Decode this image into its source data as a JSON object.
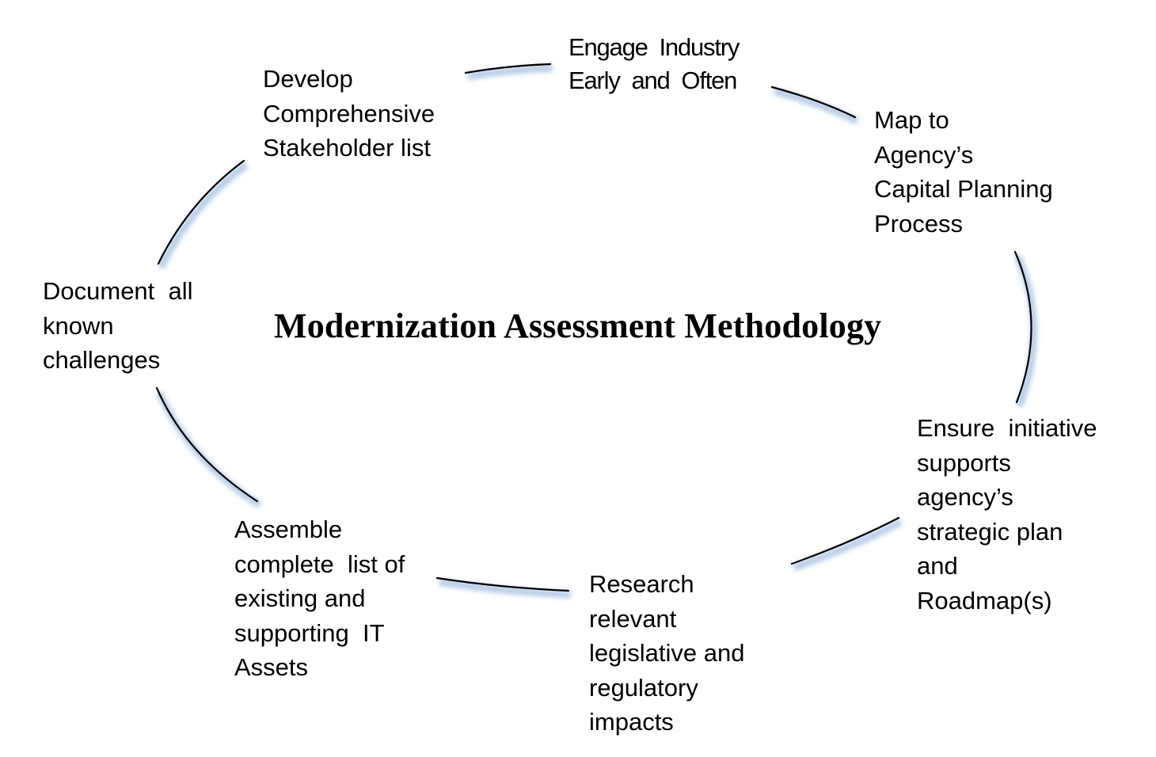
{
  "title": "Modernization Assessment Methodology",
  "colors": {
    "ring": "#000000",
    "ring_glow": "#b9cde6",
    "text": "#000000"
  },
  "steps": [
    {
      "lines": [
        "Develop",
        "Comprehensive",
        "Stakeholder list"
      ]
    },
    {
      "lines": [
        "Engage  Industry",
        "Early  and  Often"
      ]
    },
    {
      "lines": [
        "Map to",
        "Agency’s",
        "Capital Planning",
        "Process"
      ]
    },
    {
      "lines": [
        "Ensure  initiative",
        "supports",
        "agency’s",
        "strategic plan",
        "and",
        "Roadmap(s)"
      ]
    },
    {
      "lines": [
        "Research",
        "relevant",
        "legislative and",
        "regulatory",
        "impacts"
      ]
    },
    {
      "lines": [
        "Assemble",
        "complete  list of",
        "existing and",
        "supporting  IT",
        "Assets"
      ]
    },
    {
      "lines": [
        "Document  all",
        "known",
        "challenges"
      ]
    }
  ]
}
